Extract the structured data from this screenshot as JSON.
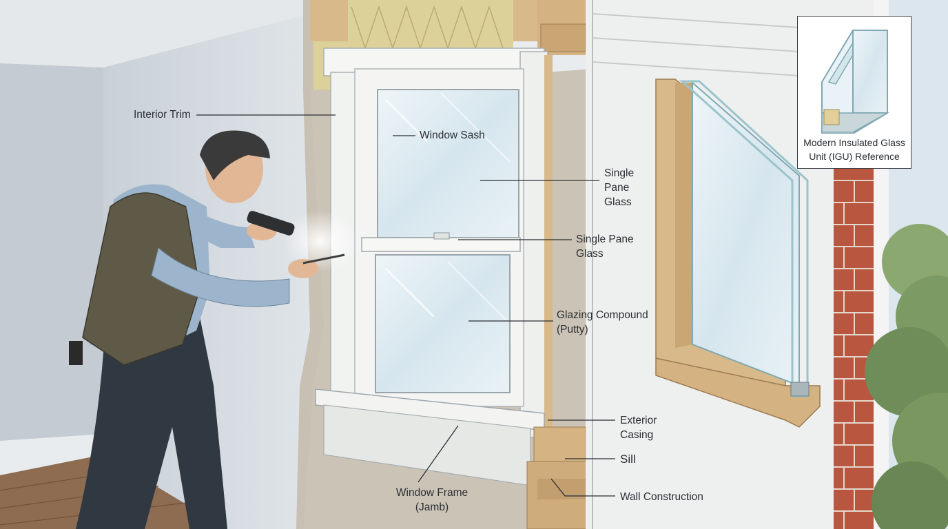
{
  "labels": {
    "interior_trim": "Interior Trim",
    "window_sash": "Window Sash",
    "single_pane_glass_upper": "Single\nPane\nGlass",
    "single_pane_glass_lower": "Single Pane\nGlass",
    "glazing_compound": "Glazing Compound\n(Putty)",
    "exterior_casing": "Exterior\nCasing",
    "sill": "Sill",
    "wall_construction": "Wall Construction",
    "window_frame": "Window Frame\n(Jamb)"
  },
  "inset": {
    "caption": "Modern Insulated Glass\nUnit (IGU) Reference"
  },
  "colors": {
    "interior_wall": "#cfd5db",
    "floor": "#8a6a50",
    "wood": "#d9b98c",
    "window_frame": "#f4f5f3",
    "glass": "#d8e8ef",
    "siding": "#eef0ef",
    "brick": "#b8563f",
    "foliage": "#7c9a63",
    "leader_line": "#2a2e33"
  }
}
